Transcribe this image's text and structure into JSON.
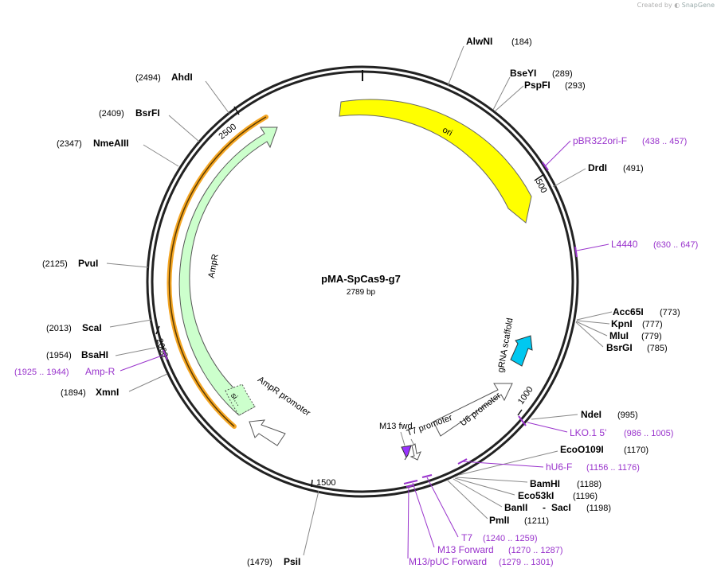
{
  "header": {
    "credit_prefix": "Created by",
    "credit_brand": "SnapGene"
  },
  "plasmid": {
    "name": "pMA-SpCas9-g7",
    "size_label": "2789 bp"
  },
  "ticks": [
    {
      "label": "500"
    },
    {
      "label": "1000"
    },
    {
      "label": "1500"
    },
    {
      "label": "2000"
    },
    {
      "label": "2500"
    }
  ],
  "features": [
    {
      "label": "ori",
      "color": "#ffff00"
    },
    {
      "label": "AmpR",
      "color": "#ccffcc"
    },
    {
      "label": "AmpR promoter",
      "color": "#ffffff"
    },
    {
      "label": "si…",
      "color": "#ccffcc"
    },
    {
      "label": "U6 promoter",
      "color": "#ffffff"
    },
    {
      "label": "gRNA scaffold",
      "color": "#00c8f0"
    },
    {
      "label": "M13 fwd",
      "color": "#9933ff"
    },
    {
      "label": "T7 promoter",
      "color": "#ffffff"
    }
  ],
  "enzymes": [
    {
      "name": "AlwNI",
      "pos": "(184)"
    },
    {
      "name": "BseYI",
      "pos": "(289)"
    },
    {
      "name": "PspFI",
      "pos": "(293)"
    },
    {
      "name": "DrdI",
      "pos": "(491)"
    },
    {
      "name": "Acc65I",
      "pos": "(773)"
    },
    {
      "name": "KpnI",
      "pos": "(777)"
    },
    {
      "name": "MluI",
      "pos": "(779)"
    },
    {
      "name": "BsrGI",
      "pos": "(785)"
    },
    {
      "name": "NdeI",
      "pos": "(995)"
    },
    {
      "name": "EcoO109I",
      "pos": "(1170)"
    },
    {
      "name": "BamHI",
      "pos": "(1188)"
    },
    {
      "name": "Eco53kI",
      "pos": "(1196)"
    },
    {
      "name": "BanII",
      "pos": ""
    },
    {
      "name": "SacI",
      "pos": "(1198)"
    },
    {
      "name": "PmlI",
      "pos": "(1211)"
    },
    {
      "name": "PsiI",
      "pos": "(1479)"
    },
    {
      "name": "XmnI",
      "pos": "(1894)"
    },
    {
      "name": "BsaHI",
      "pos": "(1954)"
    },
    {
      "name": "ScaI",
      "pos": "(2013)"
    },
    {
      "name": "PvuI",
      "pos": "(2125)"
    },
    {
      "name": "NmeAIII",
      "pos": "(2347)"
    },
    {
      "name": "BsrFI",
      "pos": "(2409)"
    },
    {
      "name": "AhdI",
      "pos": "(2494)"
    }
  ],
  "primers": [
    {
      "name": "pBR322ori-F",
      "range": "(438 .. 457)"
    },
    {
      "name": "L4440",
      "range": "(630 .. 647)"
    },
    {
      "name": "LKO.1 5'",
      "range": "(986 .. 1005)"
    },
    {
      "name": "hU6-F",
      "range": "(1156 .. 1176)"
    },
    {
      "name": "T7",
      "range": "(1240 .. 1259)"
    },
    {
      "name": "M13 Forward",
      "range": "(1270 .. 1287)"
    },
    {
      "name": "M13/pUC Forward",
      "range": "(1279 .. 1301)"
    },
    {
      "name": "Amp-R",
      "range": "(1925 .. 1944)"
    }
  ],
  "colors": {
    "primer": "#9933cc",
    "ori": "#ffff00",
    "ampr": "#ccffcc",
    "gRNA": "#00c8f0",
    "ampr_orange": "#f5a623",
    "m13": "#9933ff"
  }
}
